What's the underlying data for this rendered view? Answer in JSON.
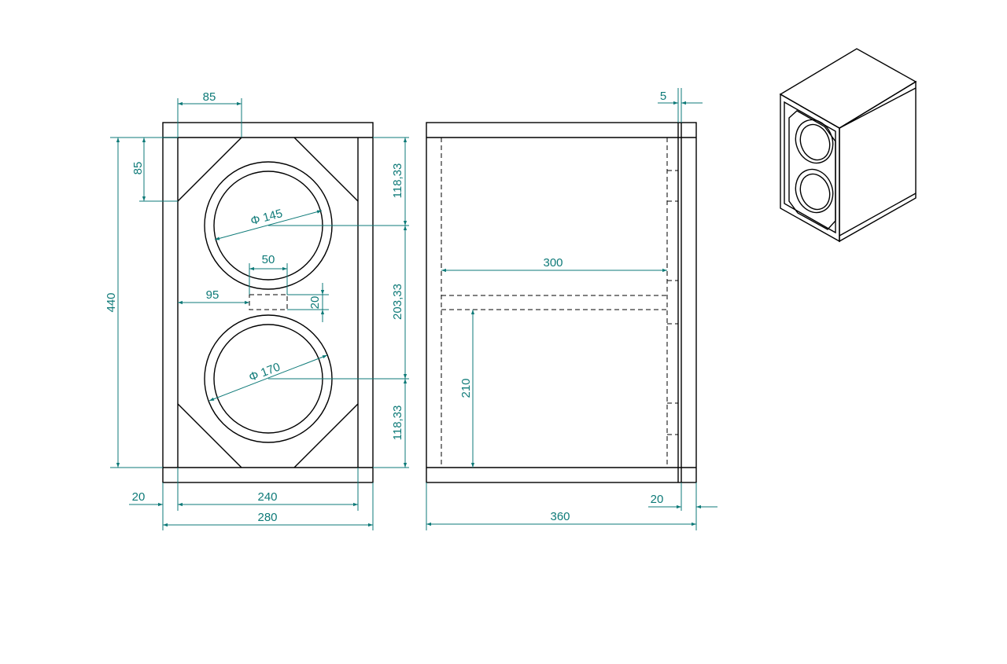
{
  "drawing": {
    "front_view": {
      "dimensions": {
        "top_offset": "85",
        "left_offset": "85",
        "height": "440",
        "port_width": "50",
        "port_offset": "95",
        "port_height": "20",
        "upper_driver_diameter": "Φ 145",
        "lower_driver_diameter": "Φ 170",
        "top_section": "118,33",
        "middle_section": "203,33",
        "bottom_section": "118,33",
        "side_panel": "20",
        "inner_width": "240",
        "outer_width": "280"
      }
    },
    "side_view": {
      "dimensions": {
        "baffle_gap": "5",
        "shelf_depth": "300",
        "shelf_height": "210",
        "front_panel": "20",
        "depth": "360"
      }
    },
    "isometric_view": {
      "icon": "speaker-box-isometric-icon"
    }
  },
  "colors": {
    "outline": "#000000",
    "dimension": "#0e7a78",
    "background": "#ffffff"
  }
}
